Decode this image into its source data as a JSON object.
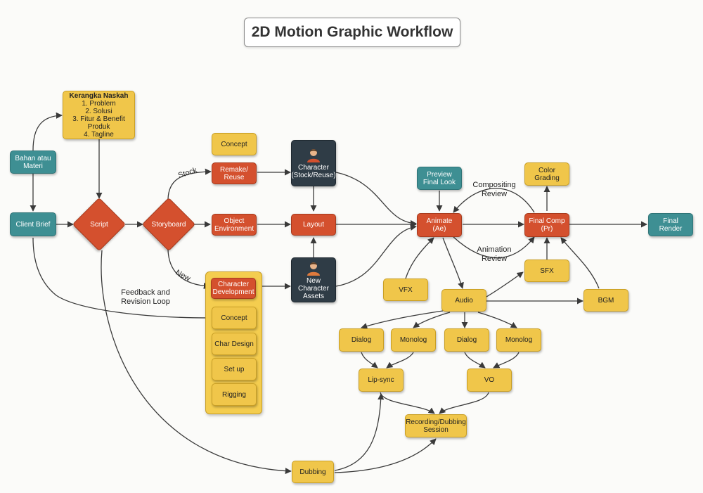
{
  "title": "2D Motion Graphic Workflow",
  "colors": {
    "teal": "#3e8f93",
    "yellow": "#f0c64a",
    "red": "#d4502e",
    "dark": "#2f3c46",
    "line": "#3a3a3a"
  },
  "nodes": {
    "bahan": "Bahan atau Materi",
    "client_brief": "Client Brief",
    "kerangka_title": "Kerangka Naskah",
    "kerangka_items": [
      "1. Problem",
      "2. Solusi",
      "3. Fitur & Benefit Produk",
      "4. Tagline"
    ],
    "script": "Script",
    "storyboard": "Storyboard",
    "concept_top": "Concept",
    "remake": "Remake/ Reuse",
    "object_env": "Object Environment",
    "char_dev": "Character Development",
    "concept": "Concept",
    "char_design": "Char Design",
    "set_up": "Set up",
    "rigging": "Rigging",
    "char_stock": "Character (Stock/Reuse)",
    "layout": "Layout",
    "new_char": "New Character Assets",
    "preview": "Preview Final Look",
    "animate": "Animate (Ae)",
    "final_comp": "Final Comp (Pr)",
    "color_grading": "Color Grading",
    "final_render": "Final Render",
    "vfx": "VFX",
    "audio": "Audio",
    "sfx": "SFX",
    "bgm": "BGM",
    "dialog1": "Dialog",
    "monolog1": "Monolog",
    "dialog2": "Dialog",
    "monolog2": "Monolog",
    "lipsync": "Lip-sync",
    "vo": "VO",
    "recording": "Recording/Dubbing Session",
    "dubbing": "Dubbing"
  },
  "edge_labels": {
    "stock": "Stock",
    "new": "New",
    "feedback": "Feedback and Revision Loop",
    "compositing": "Compositing Review",
    "animation_review": "Animation Review"
  }
}
